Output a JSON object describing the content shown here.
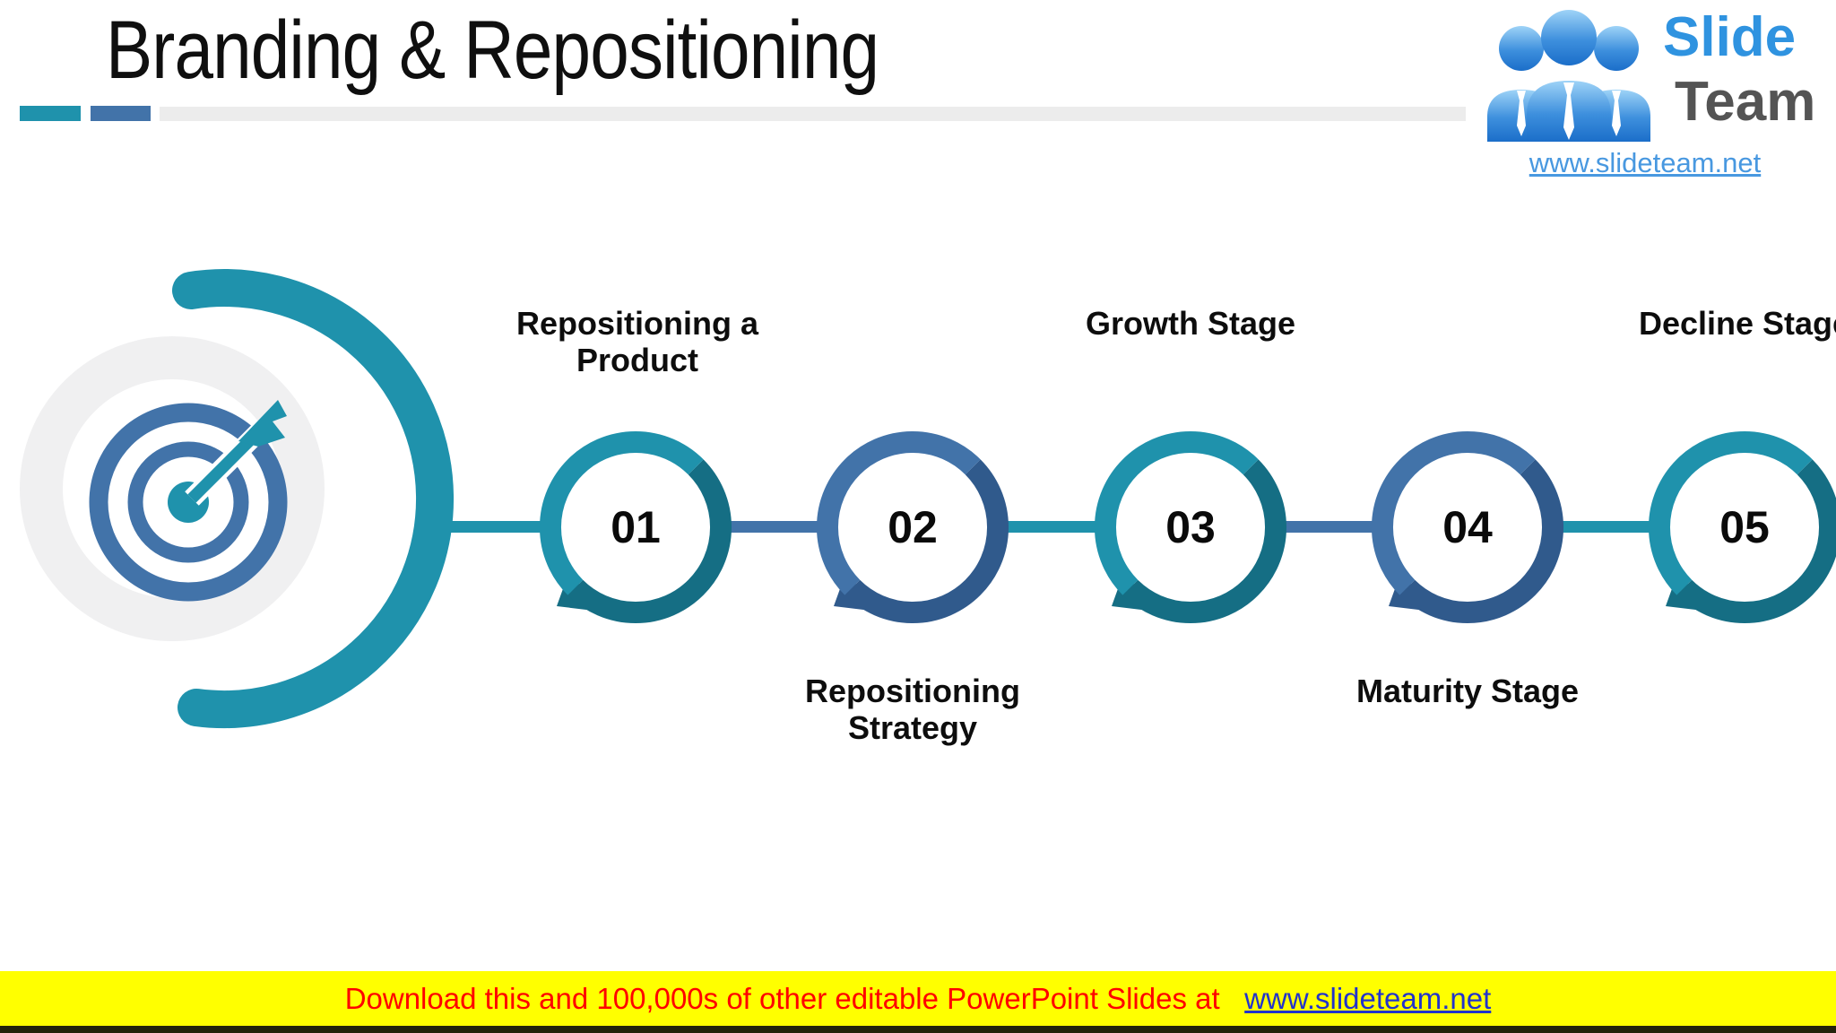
{
  "title": "Branding & Repositioning",
  "logo": {
    "line1": "Slide",
    "line2": "Team",
    "url": "www.slideteam.net"
  },
  "steps": [
    {
      "number": "01",
      "label": "Repositioning a Product",
      "label_position": "top",
      "color": "teal"
    },
    {
      "number": "02",
      "label": "Repositioning Strategy",
      "label_position": "bottom",
      "color": "blue"
    },
    {
      "number": "03",
      "label": "Growth Stage",
      "label_position": "top",
      "color": "teal"
    },
    {
      "number": "04",
      "label": "Maturity Stage",
      "label_position": "bottom",
      "color": "blue"
    },
    {
      "number": "05",
      "label": "Decline Stage",
      "label_position": "top",
      "color": "teal"
    }
  ],
  "banner": {
    "text": "Download this and 100,000s of other editable PowerPoint Slides at",
    "link": "www.slideteam.net"
  },
  "colors": {
    "teal": "#1f92ac",
    "teal_dark": "#156e84",
    "blue": "#4273a9",
    "blue_dark": "#305a8c",
    "ring_gray": "#f0f0f1",
    "bar_gray": "#ececec",
    "yellow": "#ffff00",
    "red": "#ff0000",
    "link_blue": "#2233cc",
    "logo_blue": "#2f93e0",
    "logo_gray": "#545454"
  }
}
